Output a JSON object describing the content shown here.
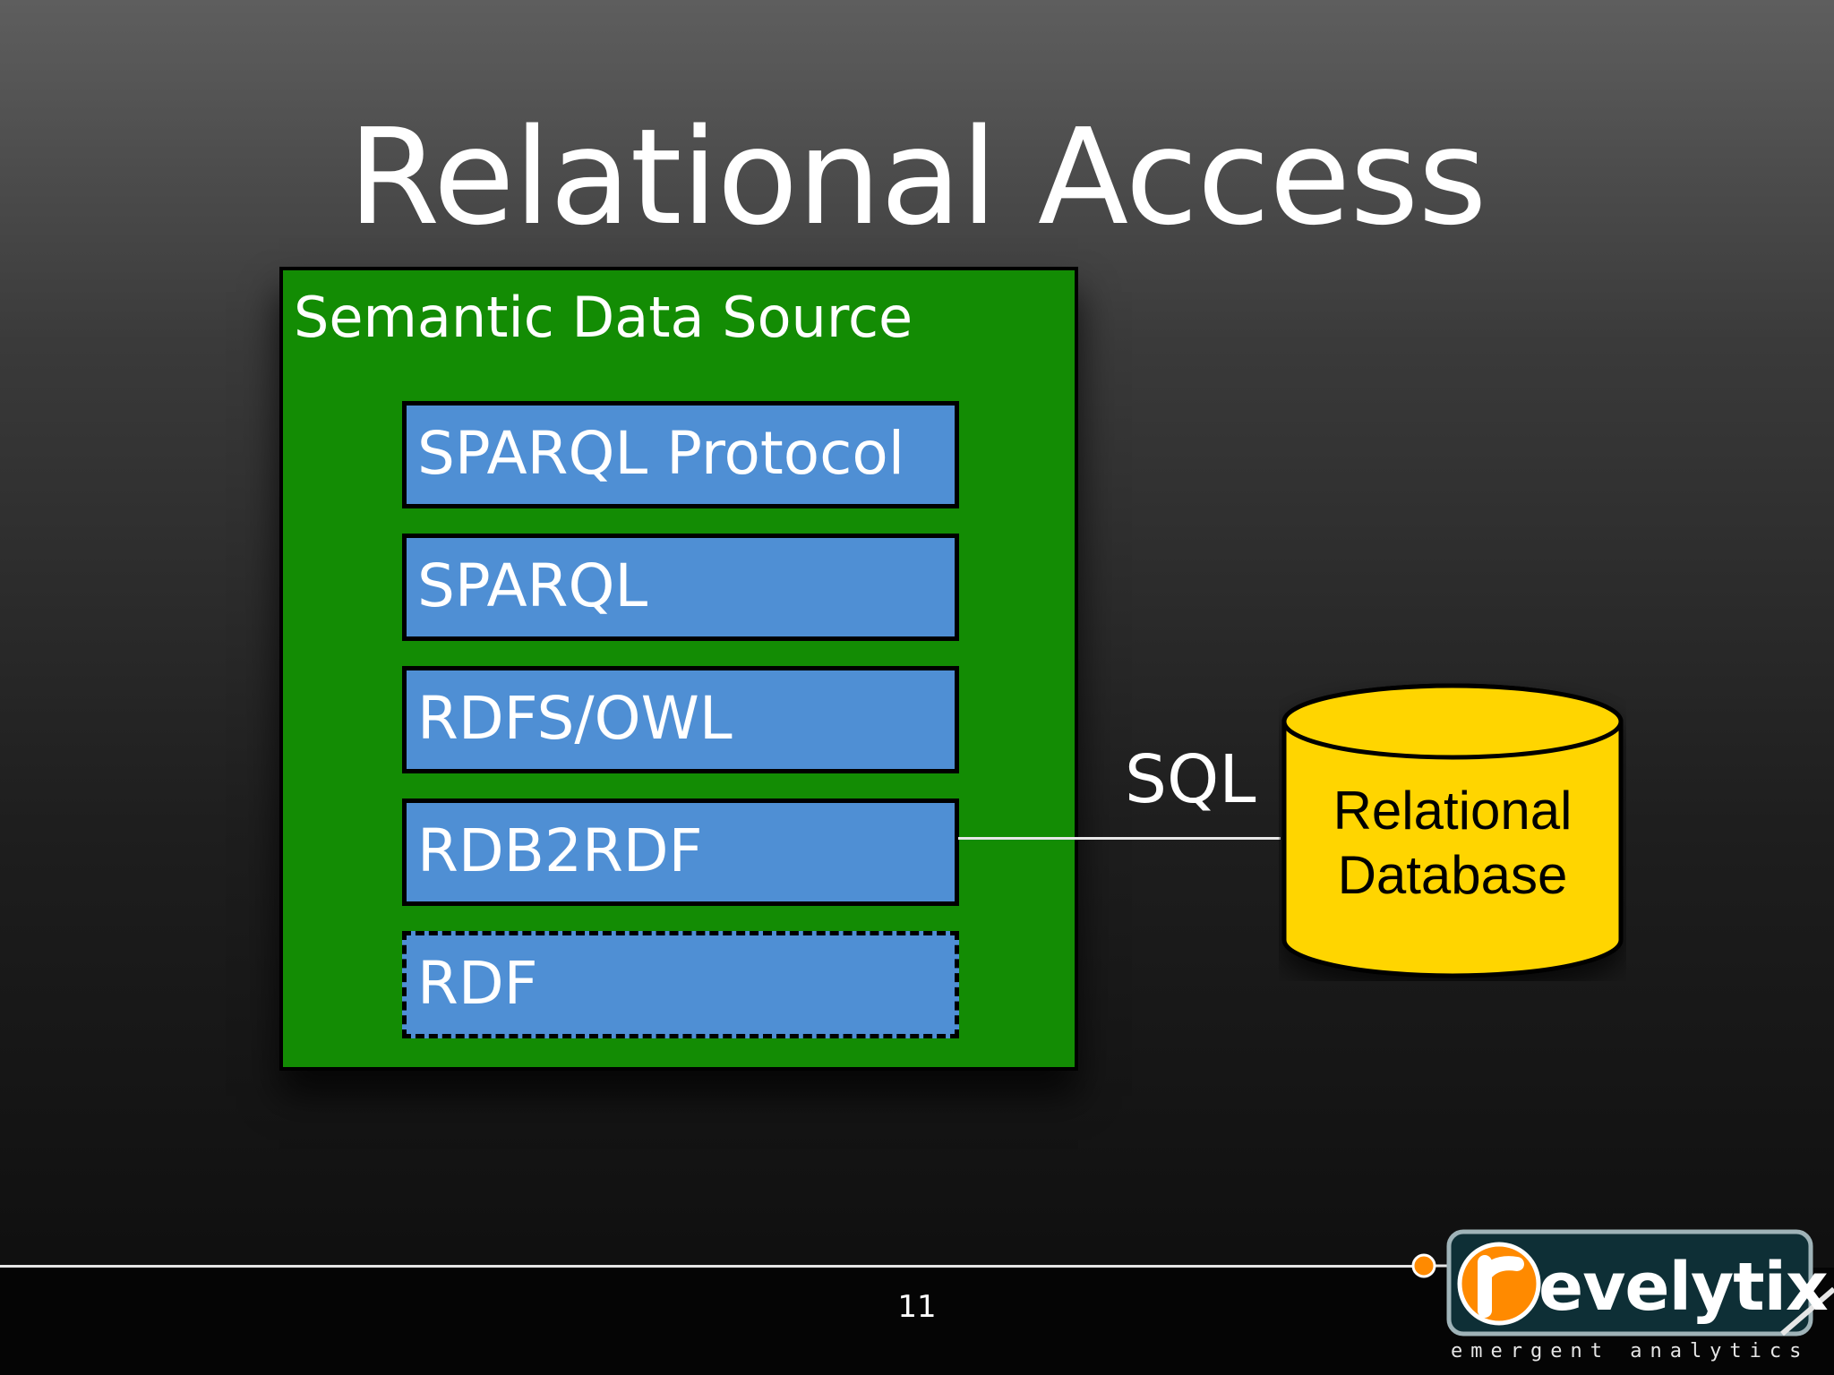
{
  "slide": {
    "title": "Relational Access",
    "page_number": "11"
  },
  "semantic_source": {
    "title": "Semantic Data Source",
    "layers": [
      {
        "label": "SPARQL Protocol",
        "border": "solid"
      },
      {
        "label": "SPARQL",
        "border": "solid"
      },
      {
        "label": "RDFS/OWL",
        "border": "solid"
      },
      {
        "label": "RDB2RDF",
        "border": "solid"
      },
      {
        "label": "RDF",
        "border": "dashed"
      }
    ]
  },
  "connector": {
    "label": "SQL"
  },
  "database": {
    "label_line1": "Relational",
    "label_line2": "Database"
  },
  "logo": {
    "name": "revelytix",
    "tagline": "emergent analytics"
  },
  "colors": {
    "source_box": "#138c04",
    "layer_fill": "#4f8fd4",
    "database_fill": "#ffd500",
    "logo_orange": "#ff8a00"
  }
}
